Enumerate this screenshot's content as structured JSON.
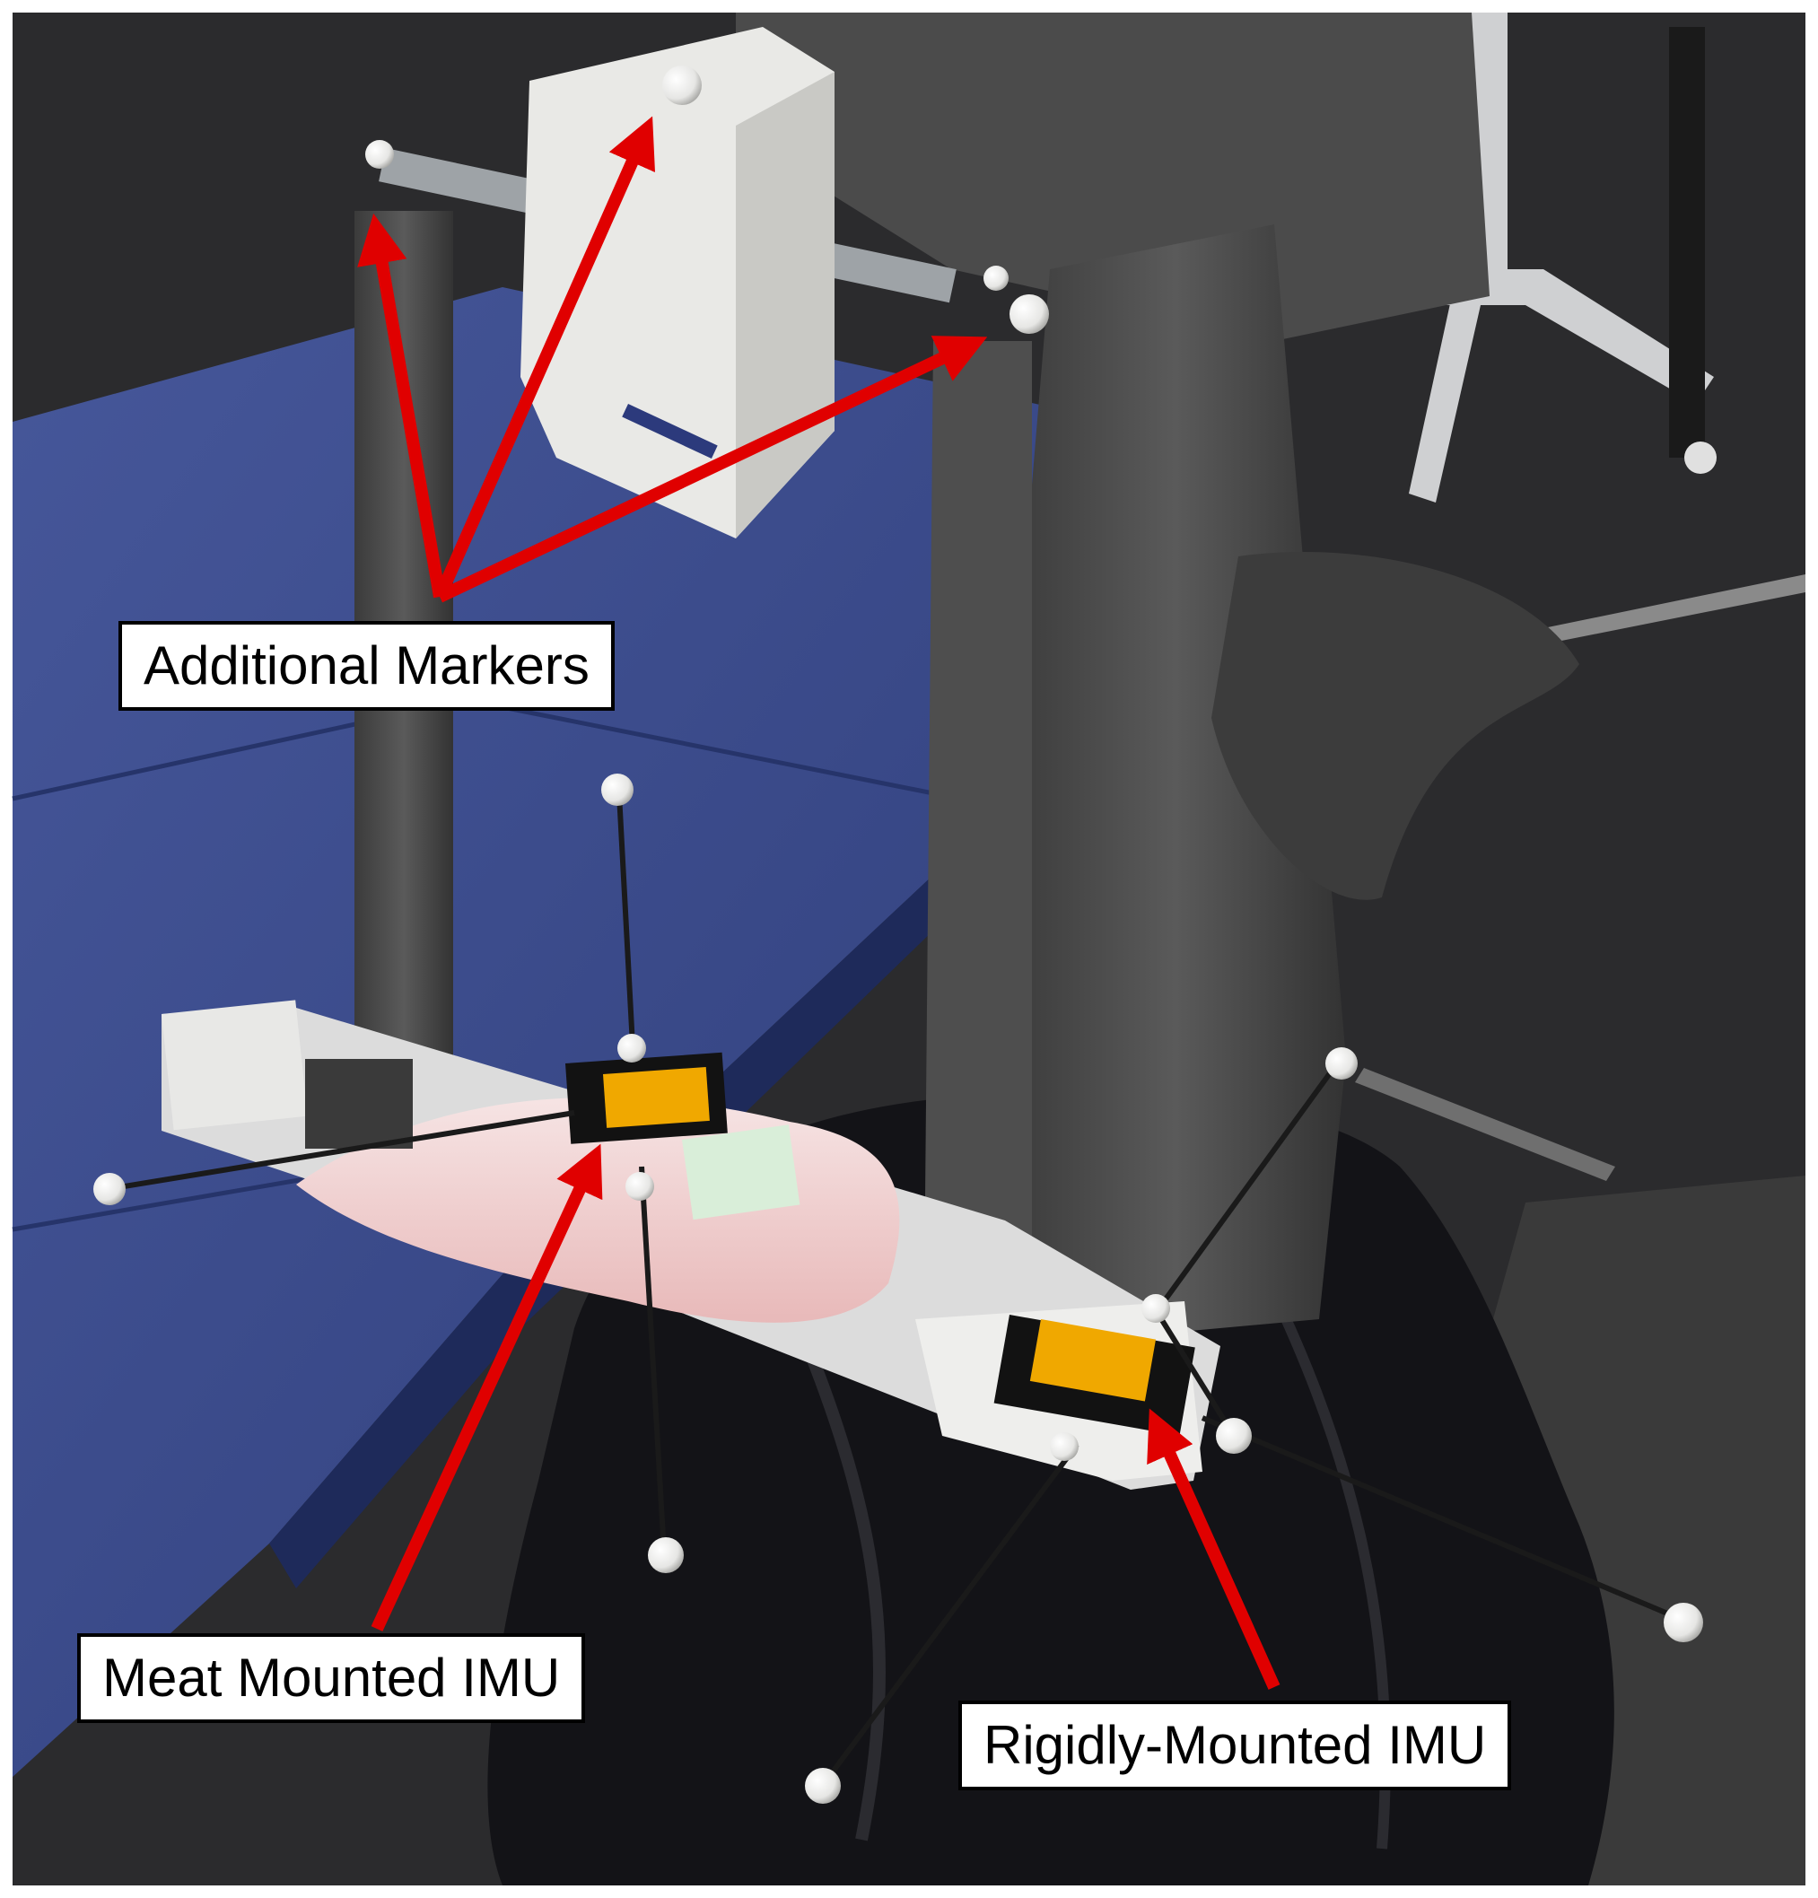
{
  "labels": {
    "additional_markers": "Additional Markers",
    "meat_mounted_imu": "Meat Mounted IMU",
    "rigidly_mounted_imu": "Rigidly-Mounted IMU"
  },
  "colors": {
    "arrow": "#e00000",
    "floor": "#2c2c2e",
    "mat": "#3a4a8c",
    "foam_frame": "#4a4a4a",
    "cloth": "#141418",
    "imu_face": "#f0a800",
    "marker": "#f2f2f0"
  }
}
